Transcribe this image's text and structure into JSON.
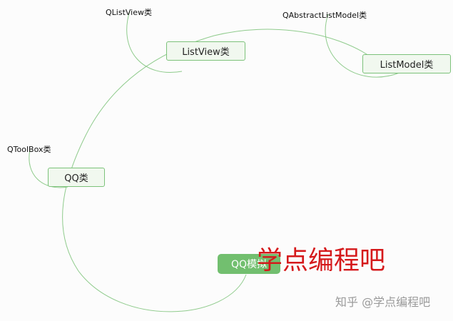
{
  "root": {
    "label": "QQ模拟"
  },
  "nodes": [
    {
      "label": "QQ类",
      "child": "QToolBox类"
    },
    {
      "label": "ListView类",
      "child": "QListView类"
    },
    {
      "label": "ListModel类",
      "child": "QAbstractListModel类"
    }
  ],
  "watermark": "学点编程吧",
  "credit": "知乎 @学点编程吧",
  "colors": {
    "edge": "#7cc27a",
    "root": "#72bf6f",
    "watermark": "#d5191b"
  }
}
